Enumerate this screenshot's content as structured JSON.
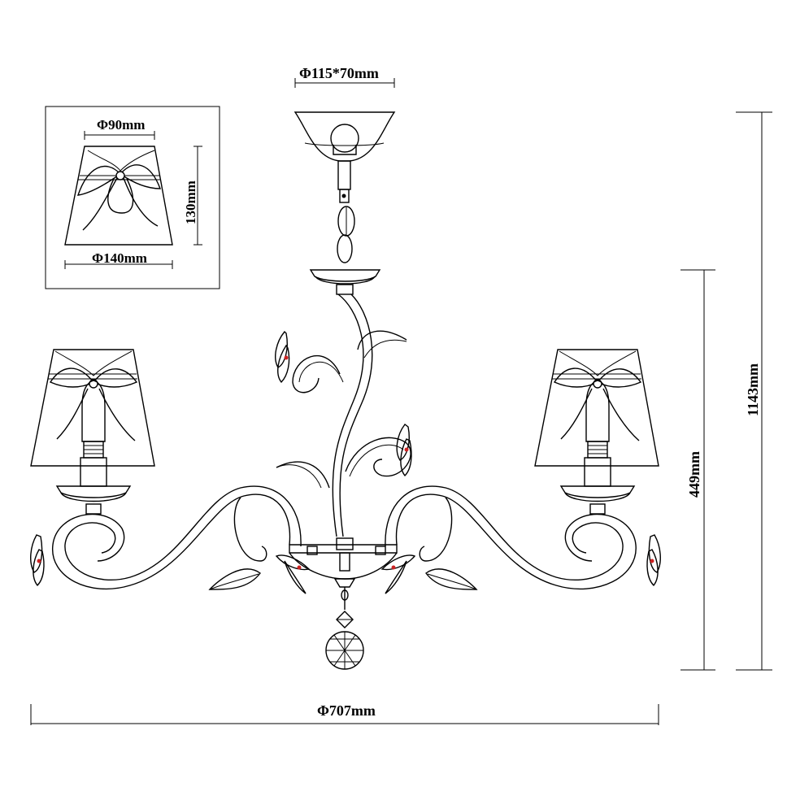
{
  "dimensions": {
    "ceiling_cup": "Φ115*70mm",
    "shade_top": "Φ90mm",
    "shade_height": "130mm",
    "shade_bottom": "Φ140mm",
    "overall_width": "Φ707mm",
    "body_height": "449mm",
    "total_height": "1143mm"
  },
  "colors": {
    "line": "#000000",
    "accent": "#cc2222",
    "background": "#ffffff"
  }
}
